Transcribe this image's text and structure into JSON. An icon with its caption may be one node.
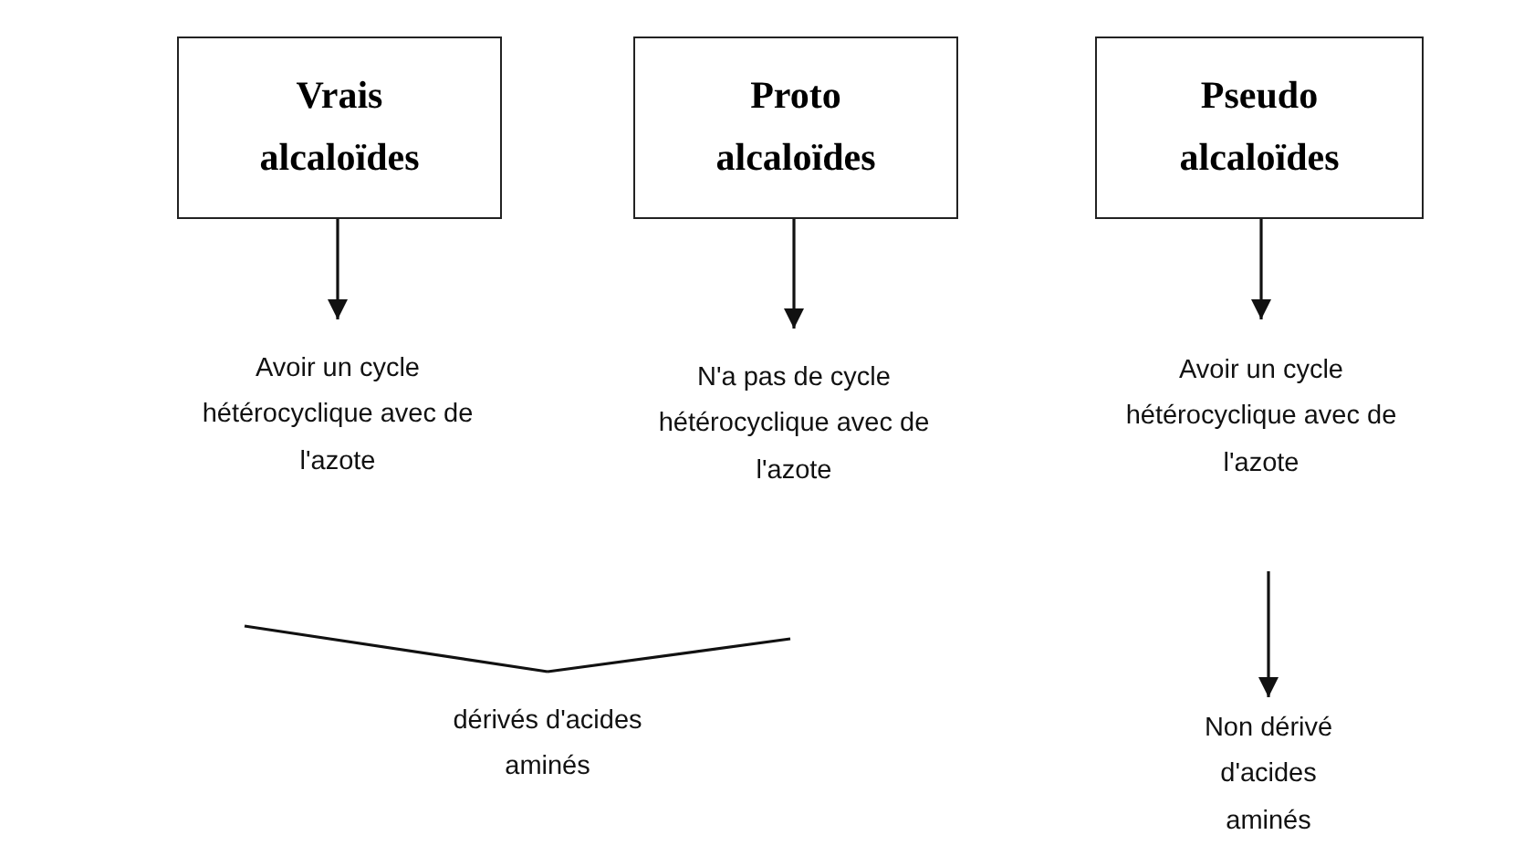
{
  "diagram": {
    "nodes": [
      {
        "text": [
          "Vrais alcaloïdes"
        ]
      },
      {
        "text": [
          "Proto alcaloïdes"
        ]
      },
      {
        "text": [
          "Pseudo alcaloïdes"
        ]
      },
      {
        "text": [
          "Avoir un cycle hétérocyclique avec de l'azote"
        ]
      },
      {
        "text": [
          "N'a pas de cycle hétérocyclique avec de l'azote"
        ]
      },
      {
        "text": [
          "Avoir un cycle hétérocyclique avec de l'azote"
        ]
      },
      {
        "text": [
          "dérivés d'acides aminés"
        ]
      },
      {
        "text": [
          "Non dérivé d'acides aminés"
        ]
      }
    ],
    "edges": [
      {
        "from": 0,
        "to": 3,
        "arrow": "to"
      },
      {
        "from": 1,
        "to": 4,
        "arrow": "to"
      },
      {
        "from": 2,
        "to": 5,
        "arrow": "to"
      },
      {
        "from": null,
        "to": 6,
        "arrow": "none"
      },
      {
        "from": null,
        "to": 6,
        "arrow": "none"
      },
      {
        "from": 5,
        "to": 7,
        "arrow": "to"
      }
    ]
  }
}
